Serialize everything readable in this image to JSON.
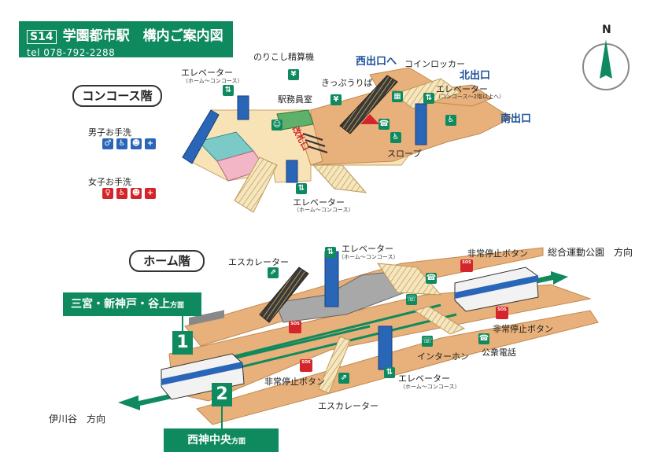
{
  "header": {
    "line_code": "S14",
    "title": "学園都市駅　構内ご案内図",
    "tel": "tel 078-792-2288"
  },
  "compass": {
    "label": "N"
  },
  "concourse": {
    "floor_label": "コンコース階",
    "labels": {
      "fare_adjust": "のりこし精算機",
      "coin_locker": "コインロッカー",
      "west_exit": "西出口へ",
      "north_exit": "北出口",
      "south_exit": "南出口",
      "ticket_sales": "きっぷうりば",
      "station_office": "駅務員室",
      "gate": "改札口",
      "slope": "スロープ",
      "mens_restroom": "男子お手洗",
      "womens_restroom": "女子お手洗",
      "elevator_left": "エレベーター",
      "elevator_left_sub": "（ホーム～コンコース）",
      "elevator_bottom": "エレベーター",
      "elevator_bottom_sub": "（ホーム～コンコース）",
      "elevator_right": "エレベーター",
      "elevator_right_sub": "（コンコース～2階以上へ）"
    }
  },
  "platform": {
    "floor_label": "ホーム階",
    "labels": {
      "escalator_top": "エスカレーター",
      "escalator_bottom": "エスカレーター",
      "elevator_top": "エレベーター",
      "elevator_top_sub": "（ホーム～コンコース）",
      "elevator_bottom": "エレベーター",
      "elevator_bottom_sub": "（ホーム～コンコース）",
      "emergency_top": "非常停止ボタン",
      "emergency_right": "非常停止ボタン",
      "emergency_bottom": "非常停止ボタン",
      "intercom": "インターホン",
      "public_phone": "公衆電話",
      "sos": "SOS"
    },
    "directions": {
      "right": "総合運動公園　方向",
      "left": "伊川谷　方向",
      "track1_dest_main": "三宮・新神戸・谷上",
      "track1_dest_suffix": "方面",
      "track2_dest_main": "西神中央",
      "track2_dest_suffix": "方面",
      "track1_num": "1",
      "track2_num": "2"
    }
  },
  "colors": {
    "brand_green": "#0f8a5f",
    "floor_orange": "#e8b07a",
    "floor_light": "#f4d09e",
    "exit_blue": "#1b4f9a",
    "emergency_red": "#d4262a"
  }
}
